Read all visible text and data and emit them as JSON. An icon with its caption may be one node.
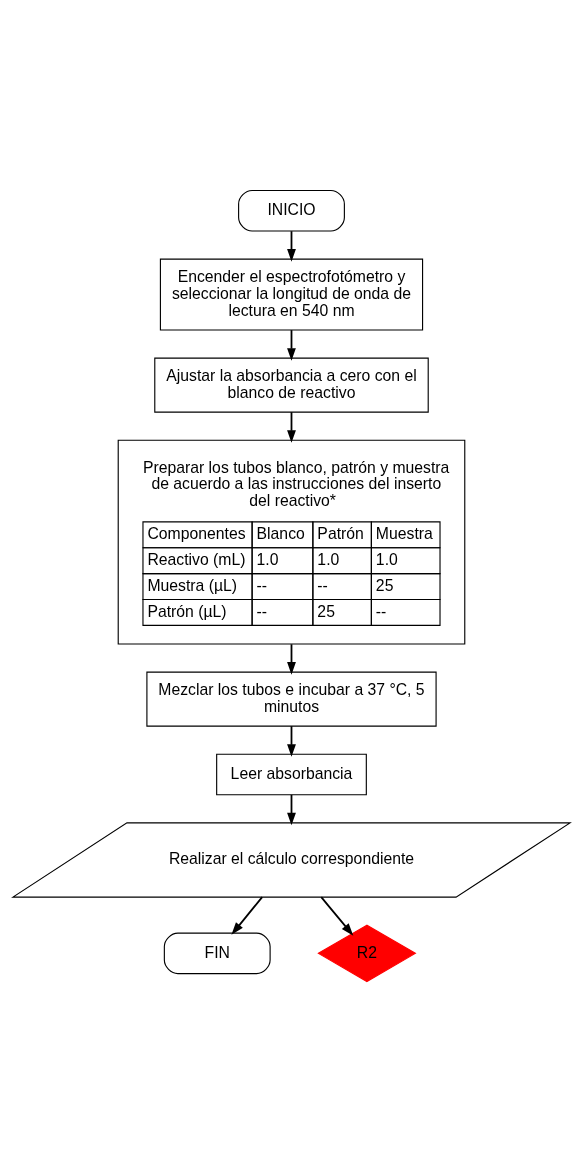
{
  "diagram": {
    "nodes": [
      {
        "text": [
          "INICIO"
        ]
      },
      {
        "text": [
          "Encender el espectrofotómetro y seleccionar la longitud de onda de lectura en 540 nm"
        ]
      },
      {
        "text": [
          "Ajustar la absorbancia a cero con el blanco de reactivo"
        ]
      },
      {
        "text": [
          "Preparar los tubos blanco, patrón y muestra de acuerdo a las instrucciones del inserto del reactivo*",
          "Componentes",
          "Blanco",
          "Patrón",
          "Muestra",
          "Reactivo (mL)",
          "1.0",
          "1.0",
          "1.0",
          "Muestra (µL)",
          "--",
          "--",
          "25",
          "Patrón (µL)",
          "--",
          "25",
          "--"
        ]
      },
      {
        "text": [
          "Mezclar los tubos e incubar a 37 °C, 5 minutos"
        ]
      },
      {
        "text": [
          "Leer absorbancia"
        ]
      },
      {
        "text": [
          "Realizar el cálculo correspondiente"
        ]
      },
      {
        "text": [
          "FIN"
        ]
      },
      {
        "text": [
          "R2"
        ]
      }
    ],
    "edges": [
      {
        "from": 0,
        "to": 1,
        "arrow": "to"
      },
      {
        "from": 1,
        "to": 2,
        "arrow": "to"
      },
      {
        "from": 2,
        "to": 3,
        "arrow": "to"
      },
      {
        "from": 3,
        "to": 4,
        "arrow": "to"
      },
      {
        "from": 4,
        "to": 5,
        "arrow": "to"
      },
      {
        "from": 5,
        "to": 6,
        "arrow": "to"
      },
      {
        "from": 6,
        "to": 7,
        "arrow": "to"
      },
      {
        "from": 6,
        "to": 8,
        "arrow": "to"
      }
    ]
  }
}
